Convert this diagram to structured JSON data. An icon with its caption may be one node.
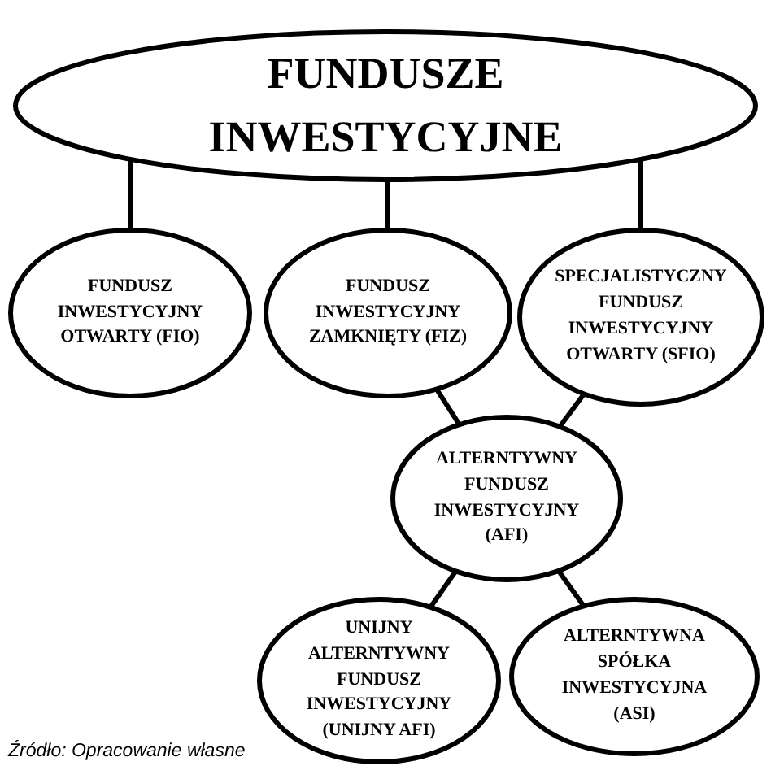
{
  "diagram": {
    "caption": "Źródło: Opracowanie własne",
    "nodes": [
      {
        "text": [
          "FUNDUSZE INWESTYCYJNE"
        ]
      },
      {
        "text": [
          "FUNDUSZ INWESTYCYJNY OTWARTY (FIO)"
        ]
      },
      {
        "text": [
          "FUNDUSZ INWESTYCYJNY ZAMKNIĘTY (FIZ)"
        ]
      },
      {
        "text": [
          "SPECJALISTYCZNY FUNDUSZ INWESTYCYJNY OTWARTY (SFIO)"
        ]
      },
      {
        "text": [
          "ALTERNTYWNY FUNDUSZ INWESTYCYJNY (AFI)"
        ]
      },
      {
        "text": [
          "UNIJNY ALTERNTYWNY FUNDUSZ INWESTYCYJNY (UNIJNY AFI)"
        ]
      },
      {
        "text": [
          "ALTERNTYWNA SPÓŁKA INWESTYCYJNA (ASI)"
        ]
      }
    ],
    "edges": [
      {
        "from": 0,
        "to": 1,
        "arrow": "none"
      },
      {
        "from": 0,
        "to": 2,
        "arrow": "none"
      },
      {
        "from": 0,
        "to": 3,
        "arrow": "none"
      },
      {
        "from": 2,
        "to": 4,
        "arrow": "none"
      },
      {
        "from": 3,
        "to": 4,
        "arrow": "none"
      },
      {
        "from": 4,
        "to": 5,
        "arrow": "none"
      },
      {
        "from": 4,
        "to": 6,
        "arrow": "none"
      }
    ]
  }
}
